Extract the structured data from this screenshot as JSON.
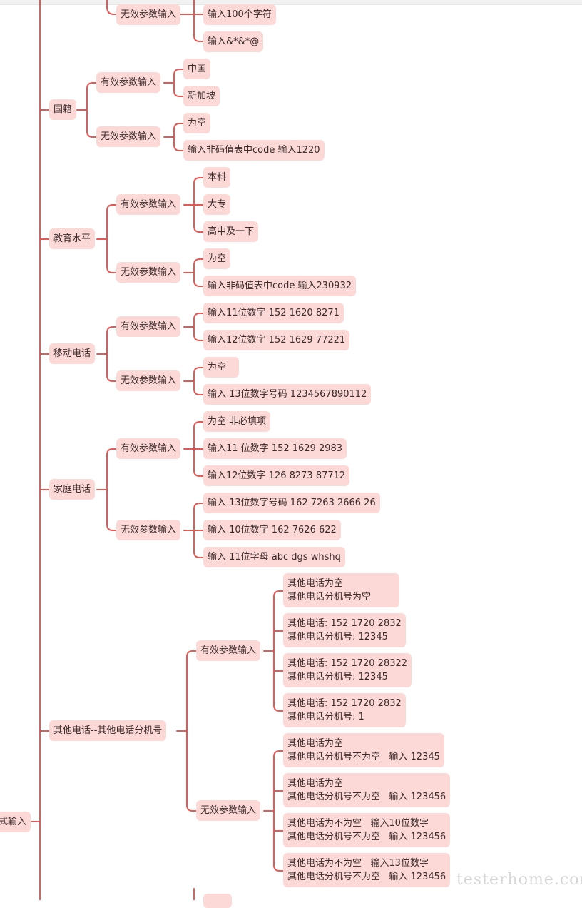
{
  "colors": {
    "line": "#e25a56",
    "node_fill": "#fcd9d7",
    "node_text": "#3a2a2a",
    "watermark": "#d6d6d6"
  },
  "mindmap": {
    "root_label": "式输入",
    "partial_group": {
      "invalid_label": "无效参数输入",
      "invalid_items": [
        "输入100个字符",
        "输入&*&*@"
      ]
    },
    "nationality": {
      "label": "国籍",
      "valid_label": "有效参数输入",
      "valid_items": [
        "中国",
        "新加坡"
      ],
      "invalid_label": "无效参数输入",
      "invalid_items": [
        "为空",
        "输入非码值表中code  输入1220"
      ]
    },
    "education": {
      "label": "教育水平",
      "valid_label": "有效参数输入",
      "valid_items": [
        "本科",
        "大专",
        "高中及一下"
      ],
      "invalid_label": "无效参数输入",
      "invalid_items": [
        "为空",
        "输入非码值表中code  输入230932"
      ]
    },
    "mobile": {
      "label": "移动电话",
      "valid_label": "有效参数输入",
      "valid_items": [
        "输入11位数字  152 1620 8271",
        "输入12位数字  152 1629 77221"
      ],
      "invalid_label": "无效参数输入",
      "invalid_items": [
        "为空",
        "输入 13位数字号码       1234567890112"
      ]
    },
    "home_phone": {
      "label": "家庭电话",
      "valid_label": "有效参数输入",
      "valid_items": [
        "为空     非必填项",
        "输入11 位数字 152 1629 2983",
        "输入12位数字 126 8273 87712"
      ],
      "invalid_label": "无效参数输入",
      "invalid_items": [
        "输入 13位数字号码    162 7263 2666 26",
        "输入 10位数字 162 7626 622",
        "输入 11位字母 abc dgs whshq"
      ]
    },
    "other_phone": {
      "label": "其他电话--其他电话分机号",
      "valid_label": "有效参数输入",
      "valid_items": [
        [
          "其他电话为空",
          "其他电话分机号为空"
        ],
        [
          "其他电话: 152 1720 2832",
          "其他电话分机号: 12345"
        ],
        [
          "其他电话: 152 1720 28322",
          "其他电话分机号: 12345"
        ],
        [
          "其他电话: 152 1720 2832",
          "其他电话分机号: 1"
        ]
      ],
      "invalid_label": "无效参数输入",
      "invalid_items": [
        [
          "其他电话为空",
          "其他电话分机号不为空   输入 12345"
        ],
        [
          "其他电话为空",
          "其他电话分机号不为空   输入 123456"
        ],
        [
          "其他电话为不为空   输入10位数字",
          "其他电话分机号不为空   输入 123456"
        ],
        [
          "其他电话为不为空   输入13位数字",
          "其他电话分机号不为空   输入 123456"
        ]
      ]
    }
  },
  "watermark": "testerhome.com"
}
